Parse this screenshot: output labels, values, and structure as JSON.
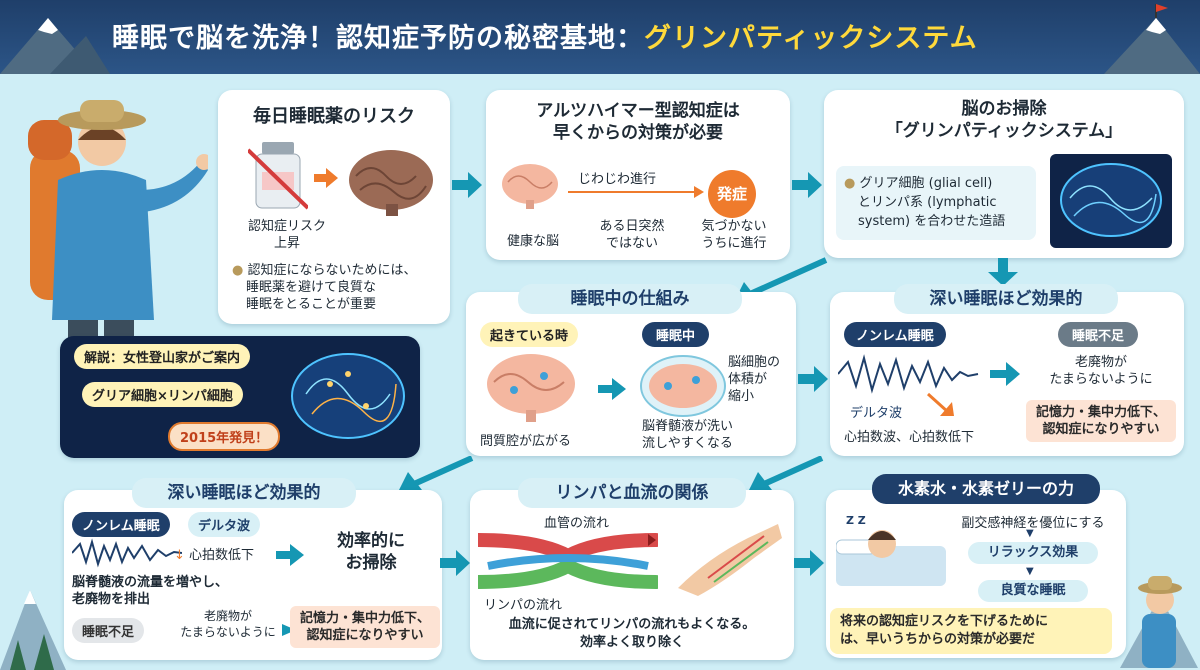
{
  "title": {
    "main": "睡眠で脳を洗浄！認知症予防の秘密基地：",
    "highlight": "グリンパティックシステム"
  },
  "panel1": {
    "title": "毎日睡眠薬のリスク",
    "risk_label_1": "認知症リスク",
    "risk_label_2": "上昇",
    "bullet_1": "認知症にならないためには、",
    "bullet_2": "睡眠薬を避けて良質な",
    "bullet_3": "睡眠をとることが重要"
  },
  "panel2": {
    "title_1": "アルツハイマー型認知症は",
    "title_2": "早くからの対策が必要",
    "progress_label": "じわじわ進行",
    "onset_badge": "発症",
    "healthy_label": "健康な脳",
    "sudden_1": "ある日突然",
    "sudden_2": "ではない",
    "unaware_1": "気づかない",
    "unaware_2": "うちに進行"
  },
  "panel3": {
    "title_1": "脳のお掃除",
    "title_2": "「グリンパティックシステム」",
    "desc_1": "グリア細胞 (glial cell)",
    "desc_2": "とリンパ系 (lymphatic",
    "desc_3": "system) を合わせた造語"
  },
  "guide": {
    "label": "解説：女性登山家がご案内",
    "cells_label": "グリア細胞×リンパ細胞",
    "discovered": "2015年発見！"
  },
  "panel4": {
    "title": "睡眠中の仕組み",
    "awake_tag": "起きている時",
    "sleep_tag": "睡眠中",
    "shrink_1": "脳細胞の",
    "shrink_2": "体積が",
    "shrink_3": "縮小",
    "interstitial": "問質腔が広がる",
    "csf_1": "脳脊髄液が洗い",
    "csf_2": "流しやすくなる"
  },
  "panel5": {
    "title": "深い睡眠ほど効果的",
    "nonrem_tag": "ノンレム睡眠",
    "lack_tag": "睡眠不足",
    "waste_1": "老廃物が",
    "waste_2": "たまらないように",
    "delta": "デルタ波",
    "heart": "心拍数波、心拍数低下",
    "warn_1": "記憶力・集中力低下、",
    "warn_2": "認知症になりやすい"
  },
  "panel6": {
    "title": "深い睡眠ほど効果的",
    "nonrem_tag": "ノンレム睡眠",
    "delta_tag": "デルタ波",
    "heart": "心拍数低下",
    "efficient_1": "効率的に",
    "efficient_2": "お掃除",
    "flow_1": "脳脊髄液の流量を増やし、",
    "flow_2": "老廃物を排出",
    "lack_tag": "睡眠不足",
    "waste_1": "老廃物が",
    "waste_2": "たまらないように",
    "warn_1": "記憶力・集中力低下、",
    "warn_2": "認知症になりやすい"
  },
  "panel7": {
    "title": "リンパと血流の関係",
    "vessel_label": "血管の流れ",
    "lymph_label": "リンパの流れ",
    "summary_1": "血流に促されてリンパの流れもよくなる。",
    "summary_2": "効率よく取り除く"
  },
  "panel8": {
    "title": "水素水・水素ゼリーの力",
    "step_1": "副交感神経を優位にする",
    "step_2": "リラックス効果",
    "step_3": "良質な睡眠",
    "zzz": "Z Z",
    "note_1": "将来の認知症リスクを下げるために",
    "note_2": "は、早いうちからの対策が必要だ"
  },
  "colors": {
    "navy": "#1f3f6a",
    "teal_arrow": "#1597b3",
    "orange": "#ef7b2c",
    "yellow_highlight": "#ffd93b",
    "panel_bg": "#ffffff",
    "sky": "#cfeef6"
  }
}
